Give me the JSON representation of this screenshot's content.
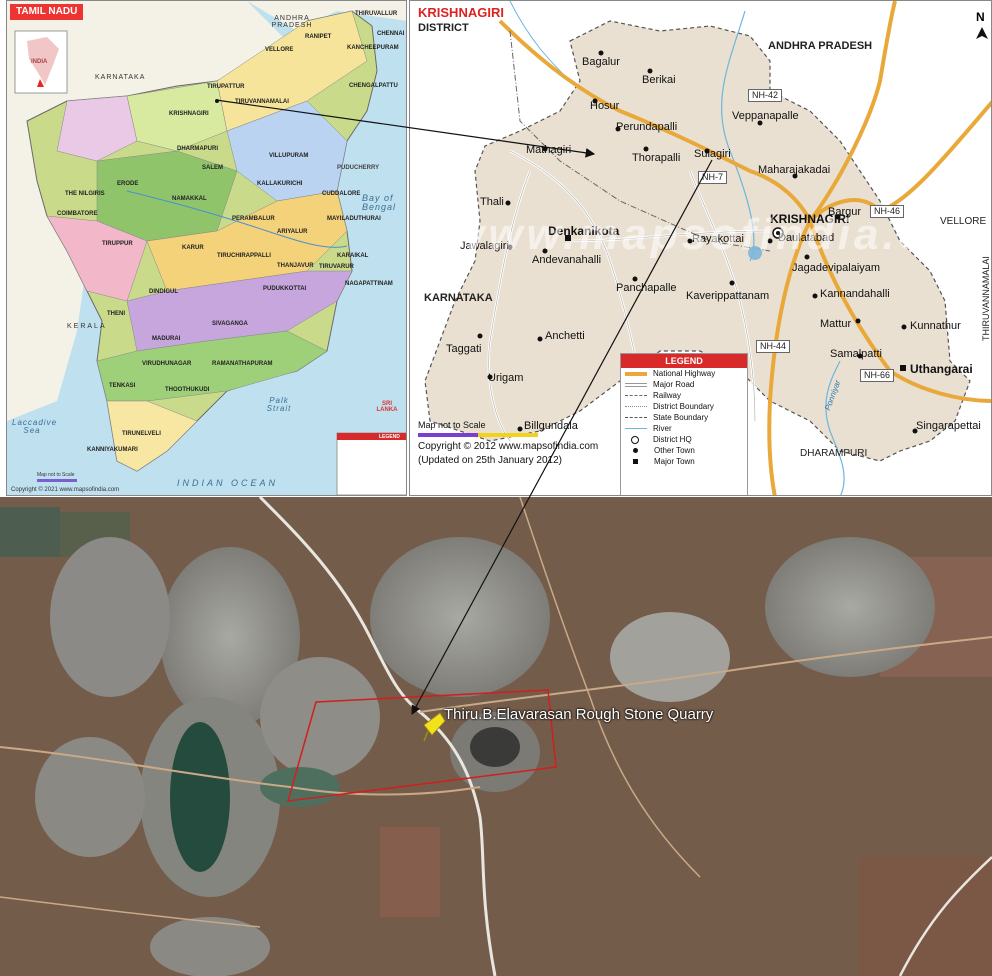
{
  "tamil_nadu_map": {
    "badge": "TAMIL NADU",
    "inset_label": "INDIA",
    "states": [
      "ANDHRA PRADESH",
      "KARNATAKA",
      "KERALA"
    ],
    "seas": [
      "Bay of Bengal",
      "INDIAN OCEAN",
      "Laccadive Sea",
      "Palk Strait",
      "SRI LANKA"
    ],
    "districts": [
      "THIRUVALLUR",
      "CHENNAI",
      "KANCHEEPURAM",
      "VELLORE",
      "RANIPET",
      "CHENGALPATTU",
      "TIRUPATTUR",
      "TIRUVANNAMALAI",
      "KRISHNAGIRI",
      "DHARMAPURI",
      "VILLUPURAM",
      "SALEM",
      "KALLAKURICHI",
      "CUDDALORE",
      "ERODE",
      "NAMAKKAL",
      "THE NILGIRIS",
      "PERAMBALUR",
      "ARIYALUR",
      "MAYILADUTHURAI",
      "KARUR",
      "TIRUPPUR",
      "COIMBATORE",
      "TIRUCHIRAPPALLI",
      "THANJAVUR",
      "NAGAPATTINAM",
      "DINDIGUL",
      "PUDUKKOTTAI",
      "TIRUVARUR",
      "MADURAI",
      "SIVAGANGA",
      "THENI",
      "VIRUDHUNAGAR",
      "RAMANATHAPURAM",
      "THOOTHUKUDI",
      "TENKASI",
      "TIRUNELVELI",
      "KANNIYAKUMARI",
      "PUDUCHERRY",
      "KARAIKAL"
    ],
    "legend_title": "LEGEND",
    "copyright": "Copyright © 2021 www.mapsofindia.com",
    "scale_note": "Map not to Scale"
  },
  "krishnagiri_map": {
    "title": "KRISHNAGIRI",
    "subtitle": "DISTRICT",
    "north": "N",
    "states": [
      "ANDHRA PRADESH",
      "KARNATAKA",
      "VELLORE",
      "DHARAMPURI",
      "THIRUVANNAMALAI"
    ],
    "highways": [
      "NH-42",
      "NH-7",
      "NH-46",
      "NH-44",
      "NH-66"
    ],
    "hq": "KRISHNAGIRI",
    "major_towns": [
      "Denkanikota",
      "Uthangarai"
    ],
    "towns": [
      "Bagalur",
      "Berikai",
      "Hosur",
      "Perundapalli",
      "Veppanapalle",
      "Mathagiri",
      "Thorapalli",
      "Sulagiri",
      "Maharajakadai",
      "Thali",
      "Bargur",
      "Jawalagiri",
      "Rayakottai",
      "Daulatabad",
      "Andevanahalli",
      "Jagadevipalaiyam",
      "Panchapalle",
      "Kaverippattanam",
      "Kannandahalli",
      "Mattur",
      "Kunnathur",
      "Taggati",
      "Anchetti",
      "Samalpatti",
      "Urigam",
      "Billgundala",
      "Singarapettai"
    ],
    "river": "Ponniyar",
    "watermark": "www.mapsofindia.com",
    "legend": {
      "title": "LEGEND",
      "items": [
        "National Highway",
        "Major Road",
        "Railway",
        "District Boundary",
        "State Boundary",
        "River",
        "District HQ",
        "Other Town",
        "Major Town"
      ],
      "colors": [
        "#e8a93a",
        "#999999",
        "#666666",
        "#888888",
        "#555555",
        "#6cb6e0",
        "#111111",
        "#111111",
        "#111111"
      ]
    },
    "scale_note": "Map not to Scale",
    "copyright": "Copyright © 2012 www.mapsofindia.com",
    "updated": "(Updated on 25th January 2012)"
  },
  "satellite": {
    "label": "Thiru.B.Elavarasan Rough Stone Quarry",
    "boundary_color": "#d21e1e",
    "pin_color": "#f2e21a"
  }
}
